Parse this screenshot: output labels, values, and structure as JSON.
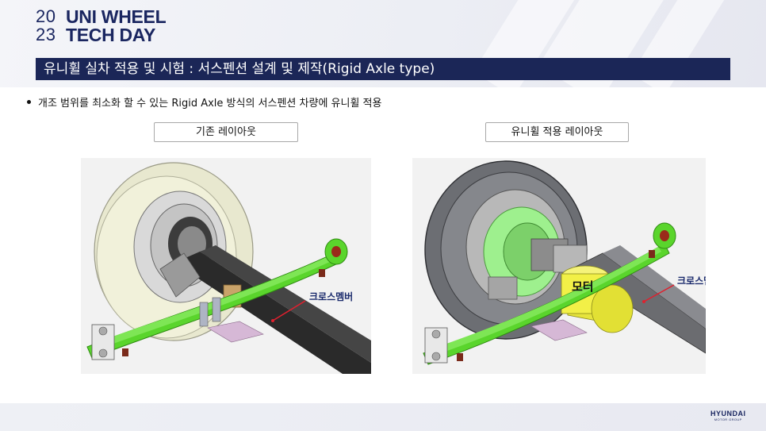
{
  "event": {
    "year_top": "20",
    "year_bottom": "23",
    "name_line1": "UNI WHEEL",
    "name_line2": "TECH DAY"
  },
  "slide": {
    "title": "유니휠 실차 적용 및 시험 :  서스펜션 설계 및 제작(Rigid Axle type)",
    "bullet": "개조 범위를 최소화 할 수 있는 Rigid Axle 방식의 서스펜션 차량에 유니휠 적용"
  },
  "left_panel": {
    "label": "기존 레이아웃",
    "callout": "크로스멤버"
  },
  "right_panel": {
    "label": "유니휠 적용 레이아웃",
    "callout": "크로스멤버",
    "motor_label": "모터"
  },
  "brand": {
    "name": "HYUNDAI",
    "sub": "MOTOR GROUP"
  },
  "colors": {
    "navy": "#1b2657",
    "leaf_spring": "#5ad52c",
    "motor": "#f2f047",
    "hub_green": "#9ef08e",
    "callout_line": "#e0202e"
  }
}
